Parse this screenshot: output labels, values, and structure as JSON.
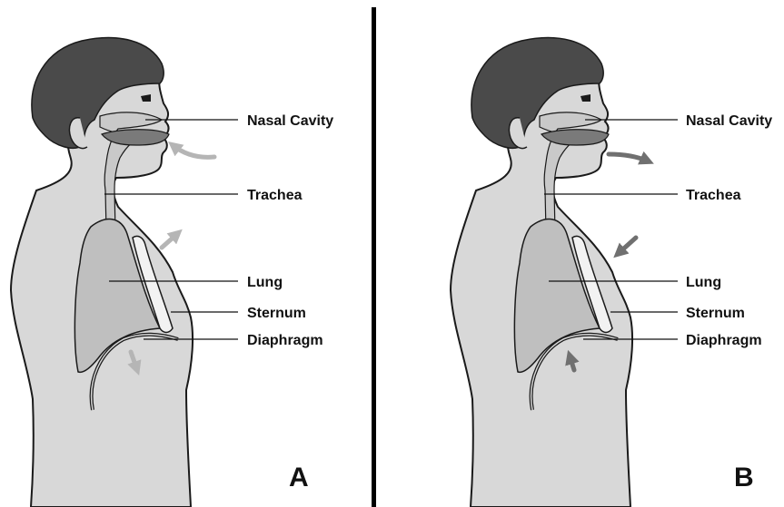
{
  "panels": [
    {
      "letter": "A",
      "labels": [
        "Nasal Cavity",
        "Trachea",
        "Lung",
        "Sternum",
        "Diaphragm"
      ]
    },
    {
      "letter": "B",
      "labels": [
        "Nasal Cavity",
        "Trachea",
        "Lung",
        "Sternum",
        "Diaphragm"
      ]
    }
  ],
  "colors": {
    "skin": "#d8d8d8",
    "hair": "#4a4a4a",
    "lung": "#bfbfbf",
    "airway": "#c9c9c9",
    "mouth": "#7a7a7a",
    "outline": "#1a1a1a",
    "arrow_inhale": "#b5b5b5",
    "arrow_exhale": "#707070",
    "divider": "#000000"
  },
  "arrows": {
    "A": "inhale",
    "B": "exhale"
  }
}
